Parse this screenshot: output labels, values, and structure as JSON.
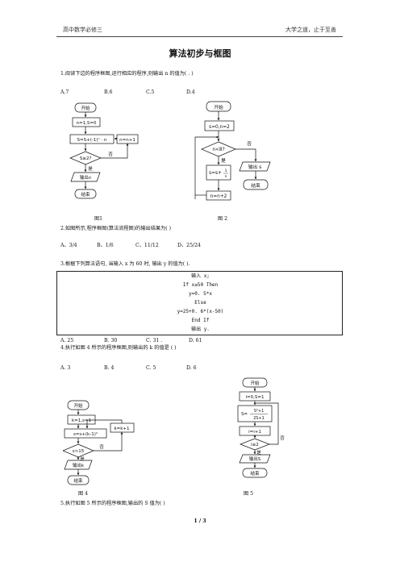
{
  "header": {
    "left": "高中数学必修三",
    "right": "大学之道，止于至善"
  },
  "title": "算法初步与框图",
  "q1": {
    "stem": "1.阅读下边的程序框图,运行相应的程序,则输出 n 的值为(   .   )",
    "options": [
      "A.7",
      "B.6",
      "C.5",
      "D.4"
    ]
  },
  "fig1": {
    "start": "开始",
    "init": "n=1,S=0",
    "update": "S=S+(-1)ⁿ · n",
    "increment": "n=n+1",
    "cond": "S≥2?",
    "no": "否",
    "yes": "是",
    "output": "输出n",
    "end": "结束",
    "caption": "图1"
  },
  "fig2": {
    "start": "开始",
    "init": "s=0,n=2",
    "cond": "n<8?",
    "no": "否",
    "yes": "是",
    "update_lhs": "s=s+",
    "frac_num": "1",
    "frac_den": "n",
    "output": "输出 s",
    "increment": "n=n+2",
    "end": "结束",
    "caption": "图 2"
  },
  "q2": {
    "stem": "2.如图所示,程序框图(算法流程图)的输出结果为(      )",
    "options": [
      "A、3/4",
      "B、1/6",
      "C、11/12",
      "D、25/24"
    ]
  },
  "q3": {
    "stem": "3.根据下列算法语句, 当输入 x 为 60 时, 输出 y 的值为(      ).",
    "code": [
      "输入 x;",
      "If  x≤50   Then",
      "y=0. 5*x",
      "Else",
      "y=25+0. 6*(x-50)",
      "End  If",
      "输出 y."
    ],
    "options": [
      "A. 25",
      "B. 30",
      "C. 31 .",
      "D. 61"
    ]
  },
  "q4": {
    "stem": "4.执行如图 4 所示的程序框图,则输出的 k 的值是 (      )",
    "options": [
      "A. 3",
      "B. 4",
      "C. 5",
      "D. 6"
    ]
  },
  "fig4": {
    "start": "开始",
    "init": "k=1,s=1",
    "update": "s=s+(k-1)²",
    "increment": "k=k+1",
    "cond": "s>15",
    "no": "否",
    "yes": "是",
    "output": "输出k",
    "end": "结束",
    "caption": "图 4"
  },
  "fig5": {
    "start": "开始",
    "init": "i=0,S=1",
    "update_lhs": "S=",
    "frac_num": "S²+1",
    "frac_den": "2S+1",
    "increment": "i=i+1",
    "cond": "i≥2",
    "no": "否",
    "yes": "是",
    "output": "输出S",
    "end": "结束",
    "caption": "图 5"
  },
  "q5": {
    "stem": "5.执行如图 5 所示的程序框图,输出的 S 值为(      )"
  },
  "footer": {
    "page": "1 / 3"
  }
}
